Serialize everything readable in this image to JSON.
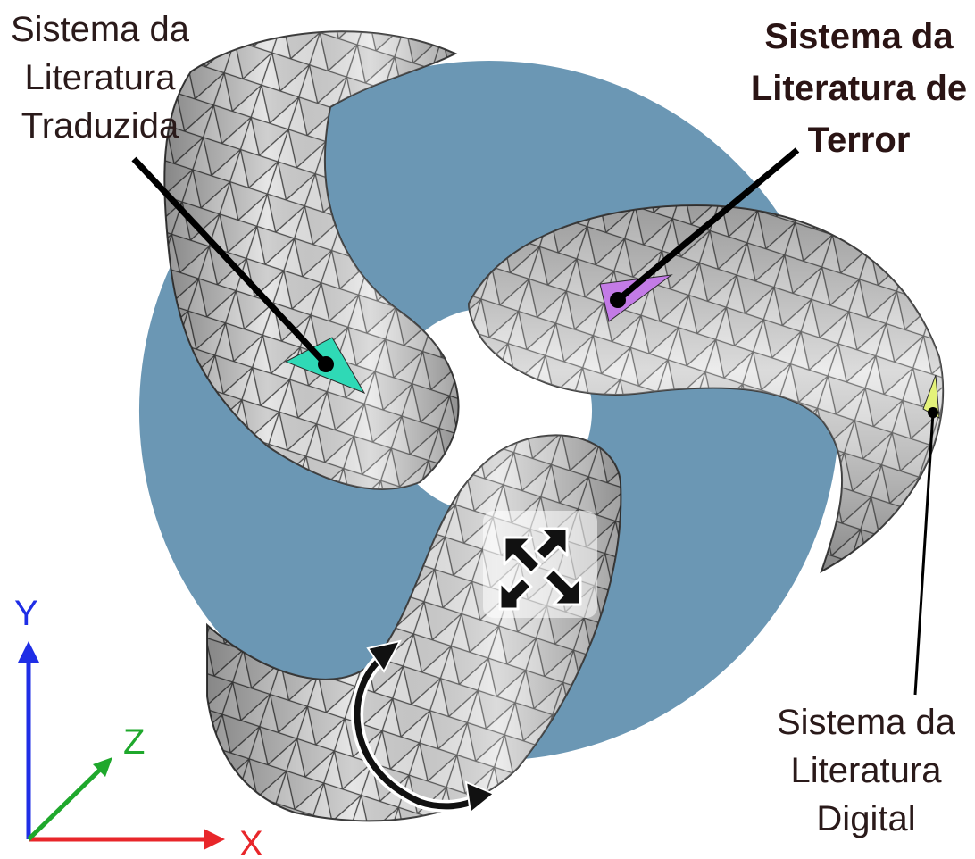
{
  "labels": {
    "traduzida": [
      "Sistema da",
      "Literatura",
      "Traduzida"
    ],
    "terror": [
      "Sistema da",
      "Literatura de",
      "Terror"
    ],
    "digital": [
      "Sistema da",
      "Literatura",
      "Digital"
    ]
  },
  "axes": {
    "x": "X",
    "y": "Y",
    "z": "Z"
  },
  "colors": {
    "disc": "#6b97b4",
    "mesh_fill": "#d9d9d9",
    "mesh_dark": "#8c8c8c",
    "mesh_edge": "#4a4a4a",
    "marker_traduzida": "#2fd9b6",
    "marker_terror": "#c37be6",
    "marker_digital": "#e4f27a",
    "axis_x": "#e8262a",
    "axis_y": "#1f2ee6",
    "axis_z": "#1fa82c",
    "axis_label_x": "#e8262a",
    "axis_label_y": "#1f2ee6",
    "axis_label_z": "#1fa82c"
  },
  "icons": [
    "move-arrows-icon",
    "rotate-arrow-icon"
  ]
}
